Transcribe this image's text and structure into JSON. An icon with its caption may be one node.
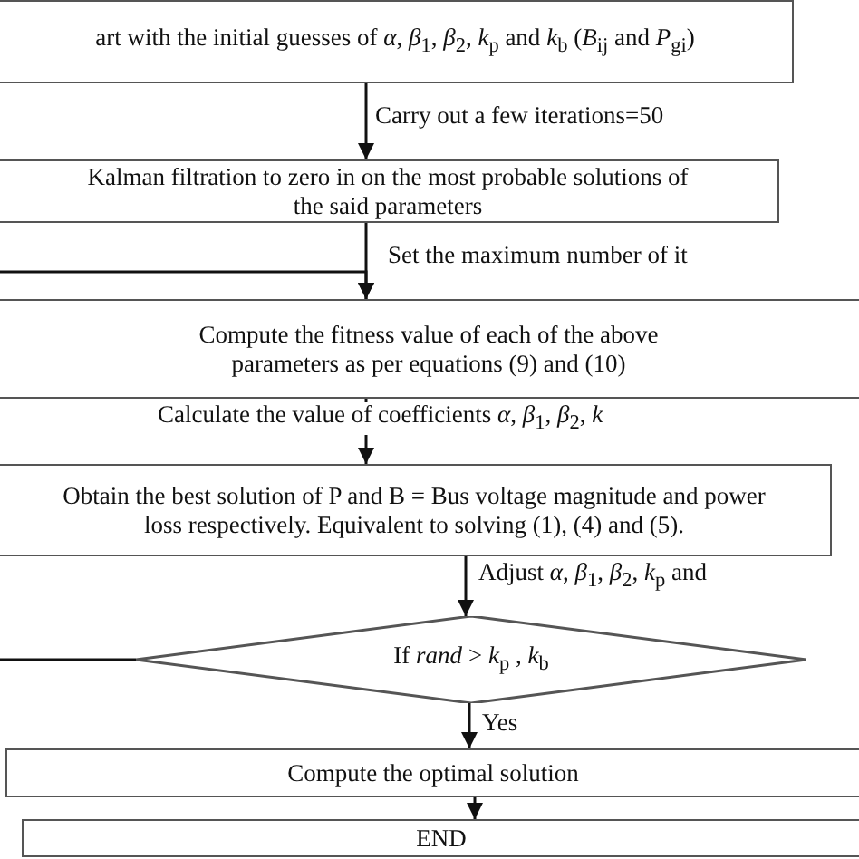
{
  "diagram": {
    "nodes": [
      {
        "text": [
          "art with the initial guesses of *α*, *β*$_{1}$, *β*$_{2}$, *k*$_{p}$ and *k*$_{b}$ (*B*$_{ij}$ and *P*$_{gi}$)"
        ]
      },
      {
        "text": [
          "Kalman filtration to zero in on the most probable solutions of the said parameters"
        ]
      },
      {
        "text": [
          "Compute the fitness value of each of the above parameters as per equations (9) and (10)"
        ]
      },
      {
        "text": [
          "Obtain the best solution of P and B = Bus voltage magnitude and power loss respectively. Equivalent to solving (1), (4) and (5)."
        ]
      },
      {
        "text": [
          "If *rand* > *k*$_{p}$ ,  *k*$_{b}$"
        ]
      },
      {
        "text": [
          "Compute the optimal solution"
        ]
      },
      {
        "text": [
          "END"
        ]
      }
    ],
    "edges": [
      {
        "from": 0,
        "to": 1,
        "arrow": "to",
        "label": "Carry out a few iterations=50"
      },
      {
        "from": 1,
        "to": 2,
        "arrow": "to",
        "label": "Set the maximum number of it"
      },
      {
        "from": 4,
        "to": 2,
        "arrow": "to"
      },
      {
        "from": 2,
        "to": 3,
        "arrow": "to",
        "label": "Calculate the value of coefficients *α*, *β*$_{1}$, *β*$_{2}$, *k*"
      },
      {
        "from": 3,
        "to": 4,
        "arrow": "to",
        "label": "Adjust *α*, *β*$_{1}$, *β*$_{2}$, *k*$_{p}$ and"
      },
      {
        "from": 4,
        "to": 5,
        "arrow": "to",
        "label": "Yes"
      },
      {
        "from": 5,
        "to": 6,
        "arrow": "to"
      }
    ]
  }
}
